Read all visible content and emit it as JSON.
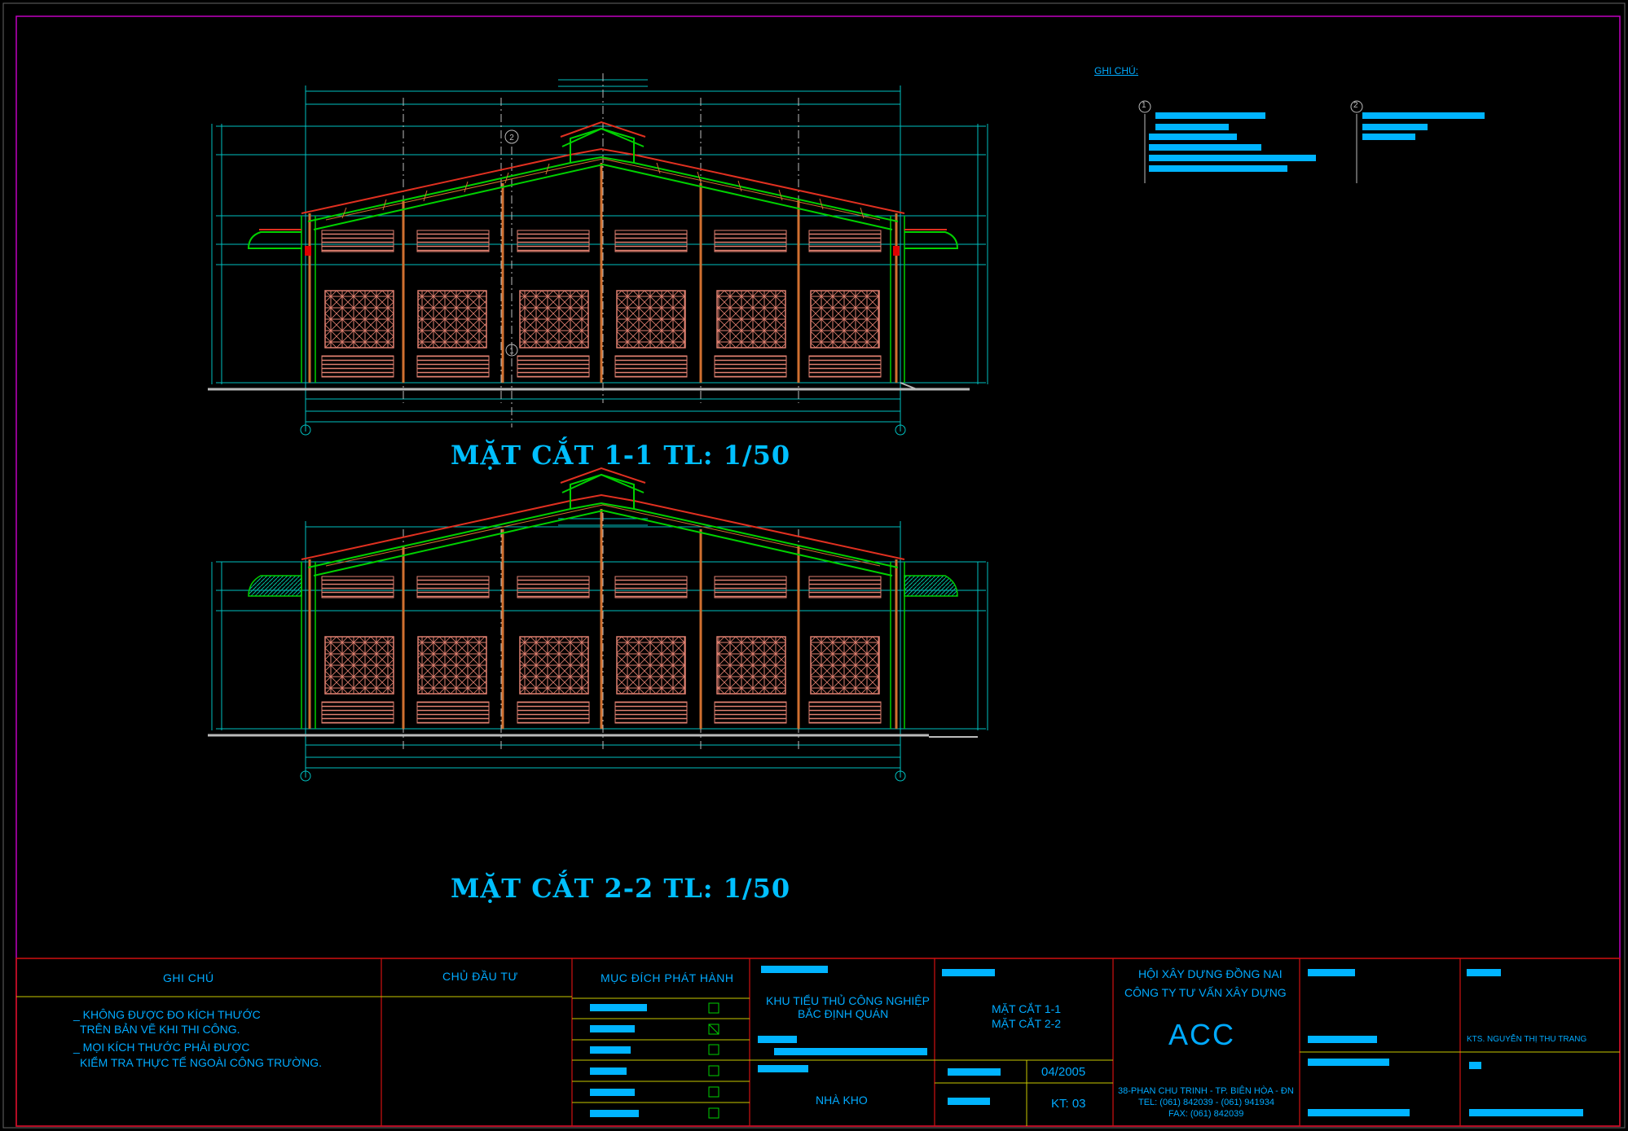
{
  "colors": {
    "background": "#000000",
    "frame": "#c000c0",
    "titleblock_line": "#d01010",
    "titleblock_grid": "#c8c800",
    "text": "#00aaff",
    "roof": "#00d000",
    "roof_edge": "#e03020",
    "wall": "#d07030",
    "louver": "#e08070",
    "dimension": "#00c0c0",
    "redacted": "#00b4ff"
  },
  "drawings": [
    {
      "title": "MẶT CẮT 1-1 TL: 1/50"
    },
    {
      "title": "MẶT CẮT 2-2 TL: 1/50"
    }
  ],
  "notes": {
    "label": "GHI CHÚ:",
    "marker_1": "1",
    "marker_2": "2"
  },
  "grid_markers": [
    "1",
    "2"
  ],
  "title_block": {
    "ghi_chu_header": "GHI CHÚ",
    "ghi_chu_line1": "_ KHÔNG ĐƯỢC ĐO KÍCH THƯỚC",
    "ghi_chu_line2": "TRÊN BẢN VẼ KHI THI CÔNG.",
    "ghi_chu_line3": "_ MỌI KÍCH THƯỚC PHẢI ĐƯỢC",
    "ghi_chu_line4": "KIỂM TRA THỰC TẾ NGOÀI CÔNG TRƯỜNG.",
    "chu_dau_tu_header": "CHỦ ĐẦU TƯ",
    "muc_dich_header": "MỤC ĐÍCH PHÁT HÀNH",
    "project_line1": "KHU TIỂU THỦ CÔNG NGHIỆP",
    "project_line2": "BẮC ĐỊNH QUÁN",
    "item_name": "NHÀ KHO",
    "sheet_title_line1": "MẶT CẮT 1-1",
    "sheet_title_line2": "MẶT CẮT 2-2",
    "date": "04/2005",
    "sheet_no": "KT: 03",
    "org_line1": "HỘI XÂY DỰNG ĐỒNG NAI",
    "org_line2": "CÔNG TY TƯ VẤN XÂY DỰNG",
    "org_logo": "ACC",
    "address": "38-PHAN CHU TRINH - TP. BIÊN HÒA - ĐN",
    "tel": "TEL: (061) 842039 - (061) 941934",
    "fax": "FAX: (061) 842039",
    "architect": "KTS. NGUYỄN THỊ THU TRANG"
  }
}
